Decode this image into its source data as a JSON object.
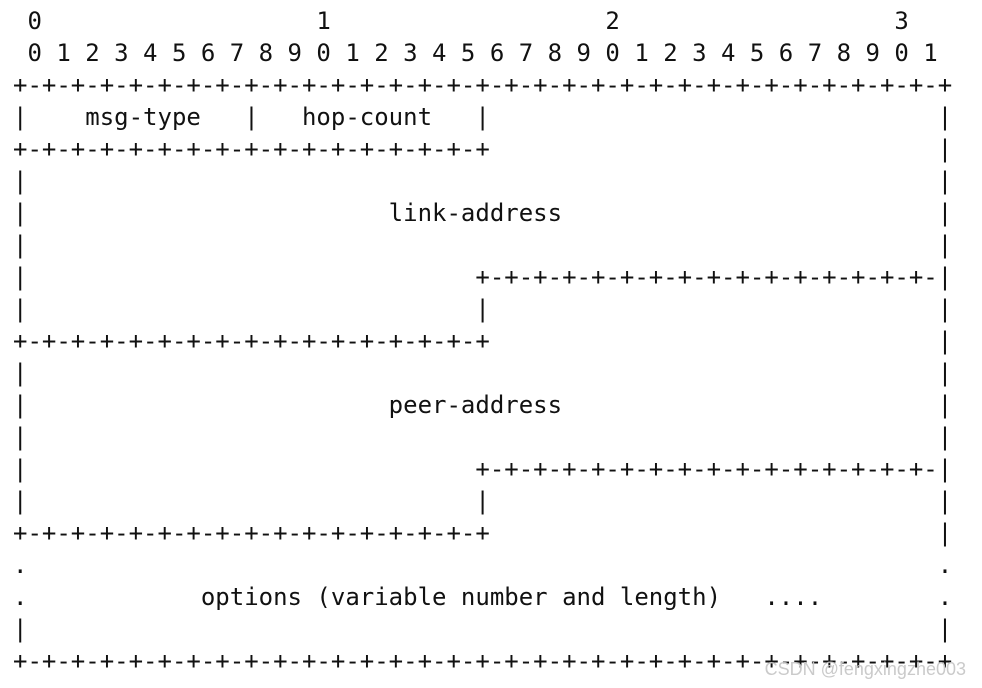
{
  "diagram": {
    "lines": [
      " 0                   1                   2                   3",
      " 0 1 2 3 4 5 6 7 8 9 0 1 2 3 4 5 6 7 8 9 0 1 2 3 4 5 6 7 8 9 0 1",
      "+-+-+-+-+-+-+-+-+-+-+-+-+-+-+-+-+-+-+-+-+-+-+-+-+-+-+-+-+-+-+-+-+",
      "|    msg-type   |   hop-count   |                               |",
      "+-+-+-+-+-+-+-+-+-+-+-+-+-+-+-+-+                               |",
      "|                                                               |",
      "|                         link-address                          |",
      "|                                                               |",
      "|                               +-+-+-+-+-+-+-+-+-+-+-+-+-+-+-+-|",
      "|                               |                               |",
      "+-+-+-+-+-+-+-+-+-+-+-+-+-+-+-+-+                               |",
      "|                                                               |",
      "|                         peer-address                          |",
      "|                                                               |",
      "|                               +-+-+-+-+-+-+-+-+-+-+-+-+-+-+-+-|",
      "|                               |                               |",
      "+-+-+-+-+-+-+-+-+-+-+-+-+-+-+-+-+                               |",
      ".                                                               .",
      ".            options (variable number and length)   ....        .",
      "|                                                               |",
      "+-+-+-+-+-+-+-+-+-+-+-+-+-+-+-+-+-+-+-+-+-+-+-+-+-+-+-+-+-+-+-+-+"
    ]
  },
  "watermark": {
    "text": "CSDN @fengxingzhe003"
  }
}
